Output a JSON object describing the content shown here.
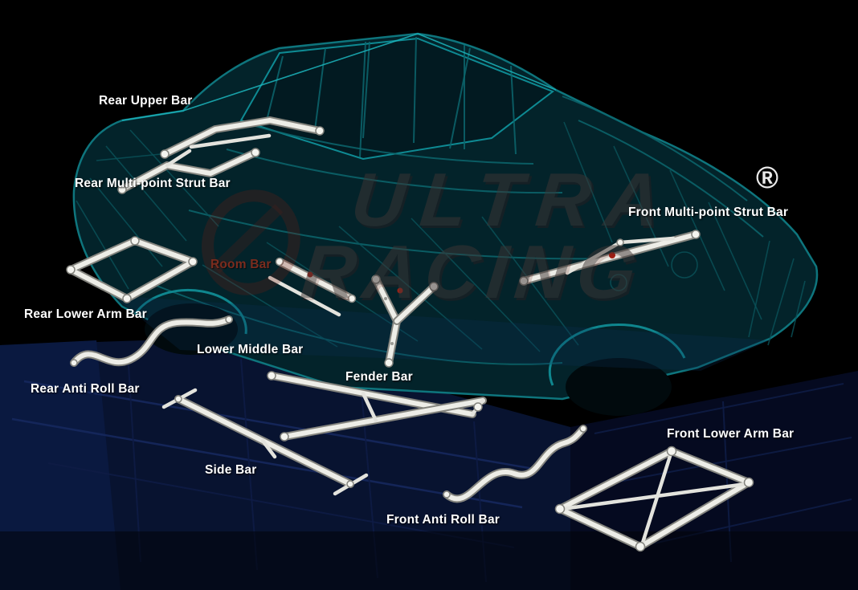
{
  "watermark": {
    "line1": "ULTRA",
    "line2": "RACING",
    "registered_symbol": "®"
  },
  "labels": [
    {
      "id": "rear-upper-bar",
      "text": "Rear Upper Bar"
    },
    {
      "id": "rear-multi-point-strut-bar",
      "text": "Rear Multi-point Strut Bar"
    },
    {
      "id": "front-multi-point-strut-bar",
      "text": "Front Multi-point Strut Bar"
    },
    {
      "id": "room-bar",
      "text": "Room Bar"
    },
    {
      "id": "rear-lower-arm-bar",
      "text": "Rear Lower Arm Bar"
    },
    {
      "id": "lower-middle-bar",
      "text": "Lower Middle Bar"
    },
    {
      "id": "fender-bar",
      "text": "Fender Bar"
    },
    {
      "id": "rear-anti-roll-bar",
      "text": "Rear Anti Roll Bar"
    },
    {
      "id": "front-lower-arm-bar",
      "text": "Front Lower Arm Bar"
    },
    {
      "id": "side-bar",
      "text": "Side Bar"
    },
    {
      "id": "front-anti-roll-bar",
      "text": "Front Anti Roll Bar"
    }
  ],
  "colors": {
    "background": "#000000",
    "car_wireframe": "#0e757d",
    "bars": "#edede7",
    "label_text": "#ffffff",
    "room_bar_label": "#7b2c1e",
    "floor_structure": "#081330",
    "watermark": "#3f3534",
    "sticker_red": "#a32014"
  }
}
